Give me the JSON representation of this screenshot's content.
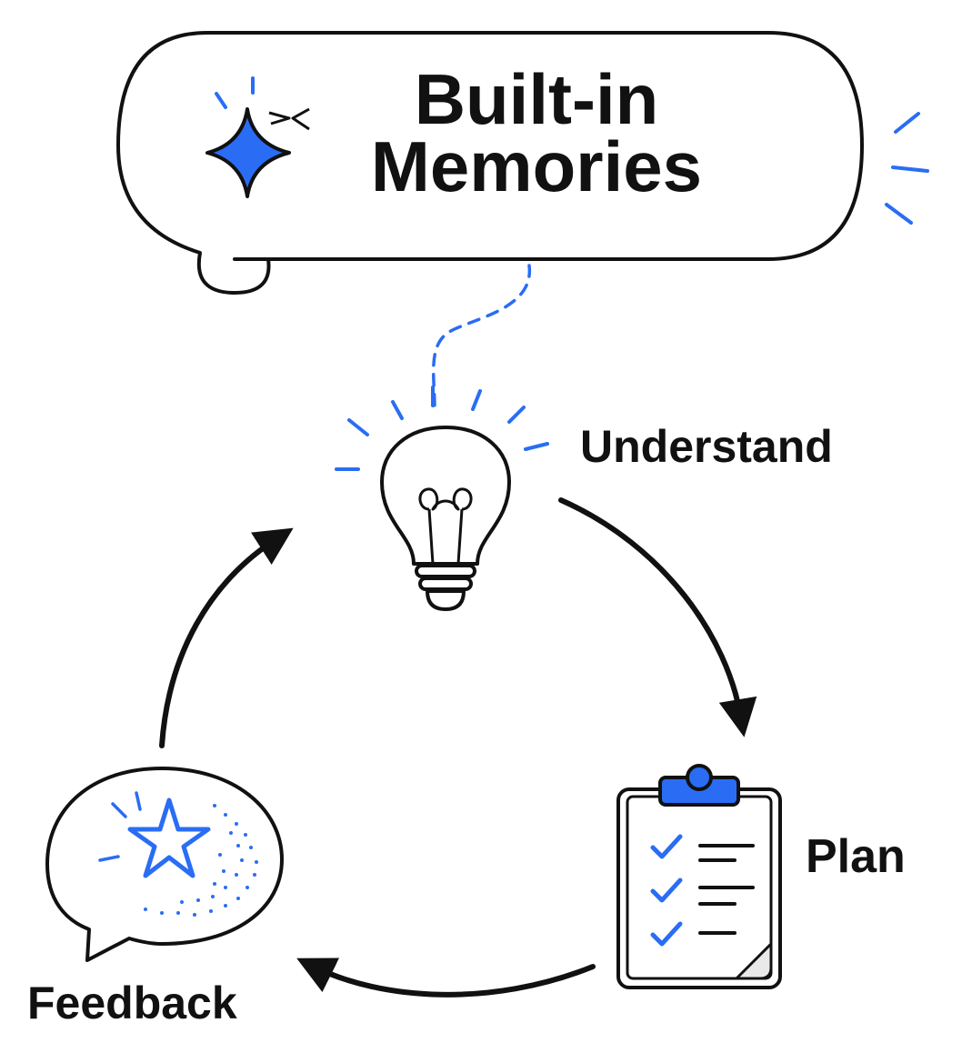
{
  "title": {
    "line1": "Built-in",
    "line2": "Memories"
  },
  "steps": {
    "understand": "Understand",
    "plan": "Plan",
    "feedback": "Feedback"
  },
  "colors": {
    "accent": "#2a6df4",
    "ink": "#111111",
    "background": "#ffffff"
  },
  "icons": {
    "title_badge": "sparkle-star-icon",
    "understand": "lightbulb-icon",
    "plan": "clipboard-checklist-icon",
    "feedback": "speech-bubble-star-icon"
  }
}
